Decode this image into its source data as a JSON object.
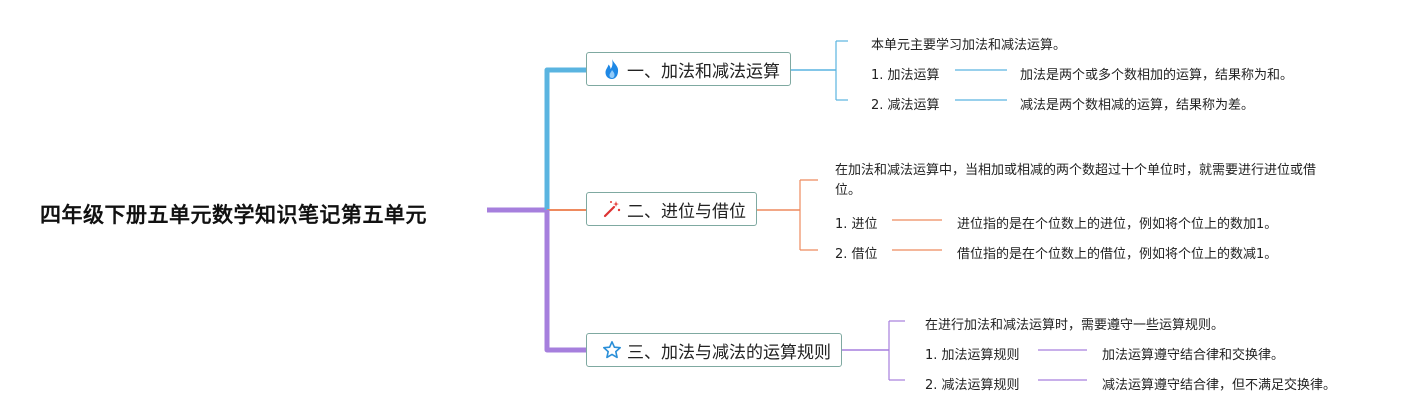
{
  "root": {
    "title": "四年级下册五单元数学知识笔记第五单元"
  },
  "branches": [
    {
      "title": "一、加法和减法运算",
      "icon": "flame-icon",
      "color": "#5ab4e0",
      "intro": "本单元主要学习加法和减法运算。",
      "items": [
        {
          "label": "1. 加法运算",
          "desc": "加法是两个或多个数相加的运算，结果称为和。"
        },
        {
          "label": "2. 减法运算",
          "desc": "减法是两个数相减的运算，结果称为差。"
        }
      ]
    },
    {
      "title": "二、进位与借位",
      "icon": "magic-wand-icon",
      "color": "#ee8a5e",
      "intro": "在加法和减法运算中，当相加或相减的两个数超过十个单位时，就需要进行进位或借位。",
      "items": [
        {
          "label": "1. 进位",
          "desc": "进位指的是在个位数上的进位，例如将个位上的数加1。"
        },
        {
          "label": "2. 借位",
          "desc": "借位指的是在个位数上的借位，例如将个位上的数减1。"
        }
      ]
    },
    {
      "title": "三、加法与减法的运算规则",
      "icon": "star-icon",
      "color": "#a67fdd",
      "intro": "在进行加法和减法运算时，需要遵守一些运算规则。",
      "items": [
        {
          "label": "1. 加法运算规则",
          "desc": "加法运算遵守结合律和交换律。"
        },
        {
          "label": "2. 减法运算规则",
          "desc": "减法运算遵守结合律，但不满足交换律。"
        }
      ]
    }
  ]
}
